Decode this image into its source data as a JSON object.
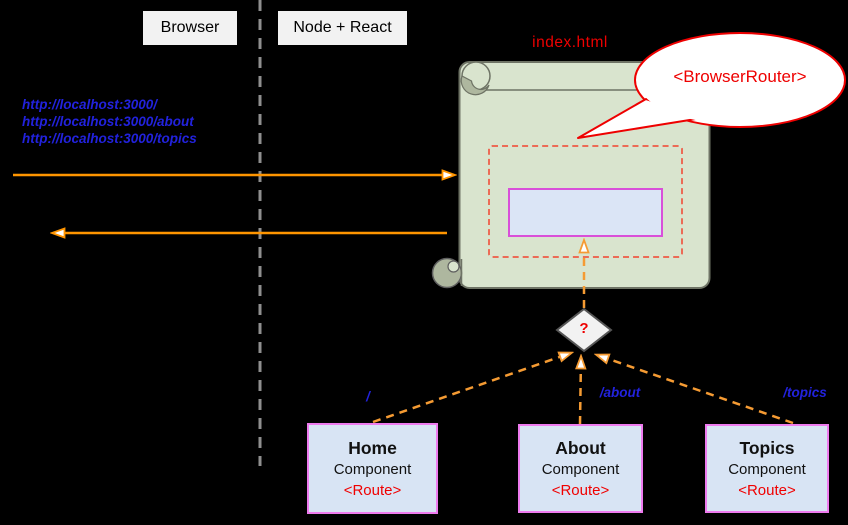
{
  "lanes": {
    "left_label": "Browser",
    "right_label": "Node + React"
  },
  "request_urls": [
    "http://localhost:3000/",
    "http://localhost:3000/about",
    "http://localhost:3000/topics"
  ],
  "server_page": {
    "title": "index.html",
    "bubble_label": "<BrowserRouter>"
  },
  "decision": {
    "label": "?"
  },
  "route_components": [
    {
      "path": "/",
      "title": "Home",
      "subtitle": "Component",
      "tag": "<Route>"
    },
    {
      "path": "/about",
      "title": "About",
      "subtitle": "Component",
      "tag": "<Route>"
    },
    {
      "path": "/topics",
      "title": "Topics",
      "subtitle": "Component",
      "tag": "<Route>"
    }
  ],
  "palette": {
    "background": "#000000",
    "lane_label_fill": "#f2f2f2",
    "url_text": "#2222dd",
    "red_accent": "#ee0000",
    "scroll_fill": "#d9e4ce",
    "scroll_curl": "#aeb79f",
    "scroll_stroke": "#6e7365",
    "dashed_frame": "#ec6b56",
    "inner_rect_fill": "#dbe5f6",
    "inner_rect_border": "#d94fd9",
    "component_fill": "#d8e4f4",
    "component_border": "#ee7bee",
    "solid_arrow": "#ff9500",
    "dashed_arrow": "#f59b33",
    "diamond_fill": "#f2f2f2",
    "divider": "#8f8f8f"
  }
}
